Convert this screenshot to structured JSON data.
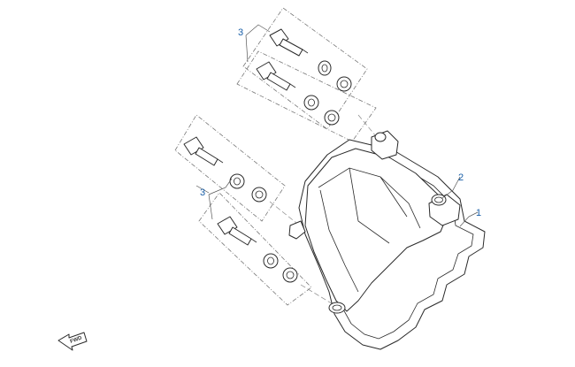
{
  "callouts": {
    "c1": "1",
    "c2": "2",
    "c3_top": "3",
    "c3_bottom": "3"
  },
  "fwd": {
    "label": "FWD"
  },
  "colors": {
    "callout": "#1a5fa8",
    "line": "#2a2a2a"
  }
}
